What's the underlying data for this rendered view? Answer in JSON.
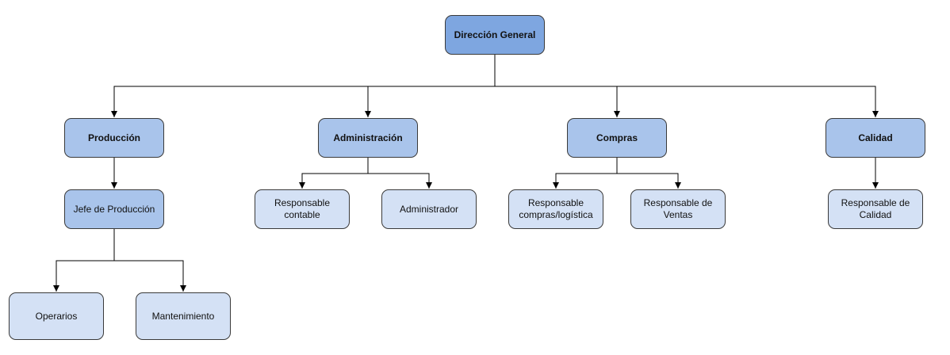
{
  "diagram": {
    "type": "org-chart",
    "colors": {
      "root_fill": "#7ea6e0",
      "department_fill": "#a9c4eb",
      "role_fill": "#d4e1f5",
      "border": "#3a3a3a",
      "connector": "#000000"
    },
    "nodes": {
      "direccion": "Dirección General",
      "produccion": "Producción",
      "administracion": "Administración",
      "compras": "Compras",
      "calidad": "Calidad",
      "jefe_produccion": "Jefe de Producción",
      "resp_contable": "Responsable\ncontable",
      "administrador": "Administrador",
      "resp_compras": "Responsable\ncompras/logística",
      "resp_ventas": "Responsable de\nVentas",
      "resp_calidad": "Responsable de\nCalidad",
      "operarios": "Operarios",
      "mantenimiento": "Mantenimiento"
    },
    "edges": [
      [
        "direccion",
        "produccion"
      ],
      [
        "direccion",
        "administracion"
      ],
      [
        "direccion",
        "compras"
      ],
      [
        "direccion",
        "calidad"
      ],
      [
        "produccion",
        "jefe_produccion"
      ],
      [
        "administracion",
        "resp_contable"
      ],
      [
        "administracion",
        "administrador"
      ],
      [
        "compras",
        "resp_compras"
      ],
      [
        "compras",
        "resp_ventas"
      ],
      [
        "calidad",
        "resp_calidad"
      ],
      [
        "jefe_produccion",
        "operarios"
      ],
      [
        "jefe_produccion",
        "mantenimiento"
      ]
    ]
  }
}
